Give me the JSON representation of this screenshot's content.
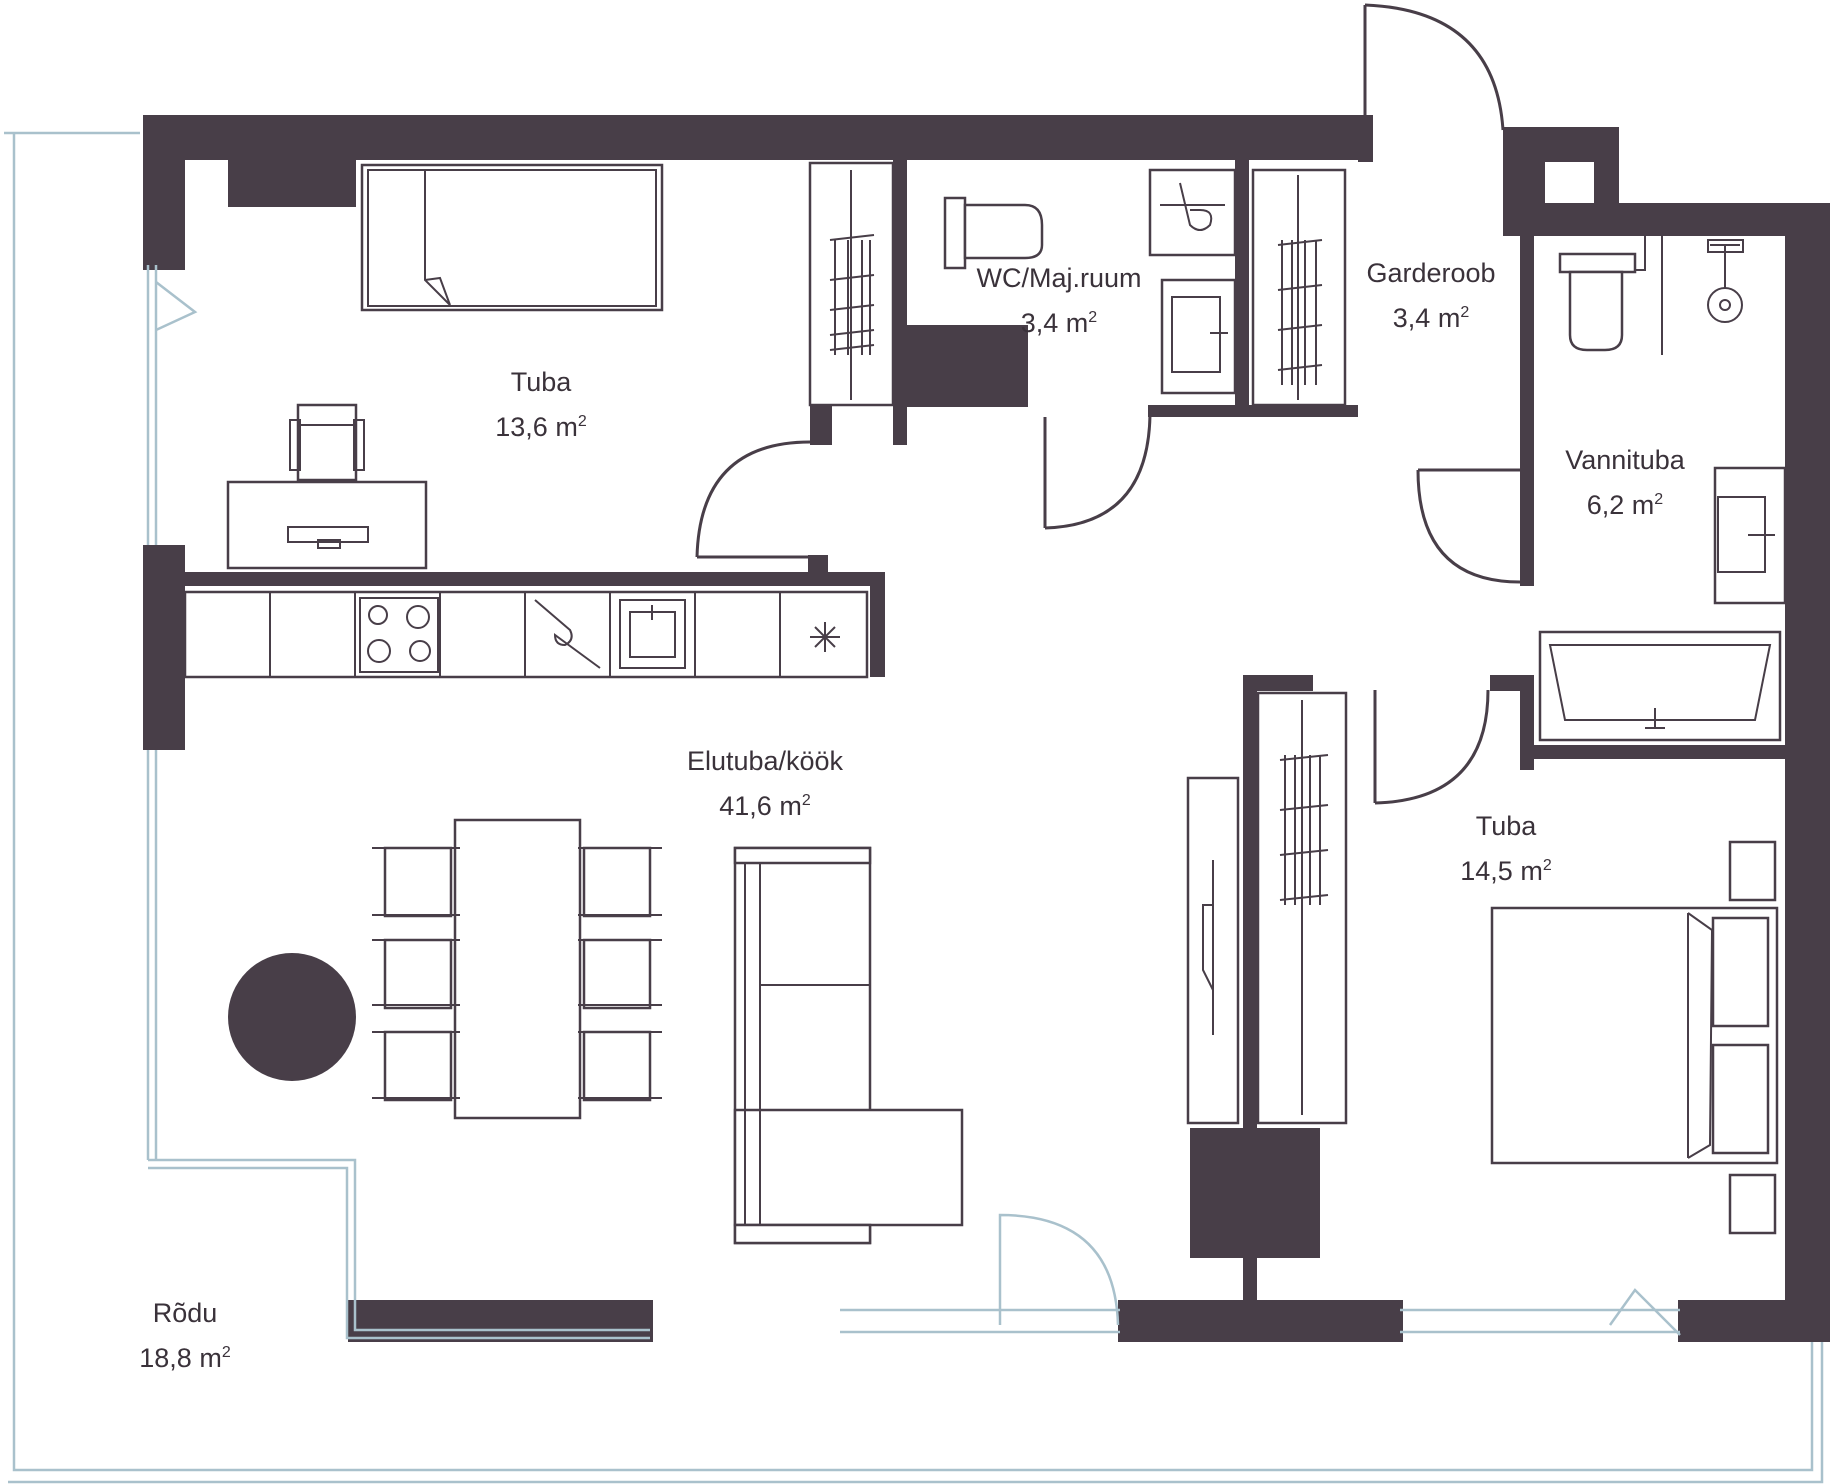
{
  "rooms": [
    {
      "name": "Tuba",
      "area": "13,6  m",
      "sup": "2"
    },
    {
      "name": "WC/Maj.ruum",
      "area": "3,4  m",
      "sup": "2"
    },
    {
      "name": "Garderoob",
      "area": "3,4  m",
      "sup": "2"
    },
    {
      "name": "Vannituba",
      "area": "6,2  m",
      "sup": "2"
    },
    {
      "name": "Elutuba/köök",
      "area": "41,6 m",
      "sup": "2"
    },
    {
      "name": "Tuba",
      "area": "14,5 m",
      "sup": "2"
    },
    {
      "name": "Rõdu",
      "area": "18,8  m",
      "sup": "2"
    }
  ],
  "colors": {
    "wall": "#483e48",
    "glass": "#a9c1cc",
    "background": "#ffffff"
  }
}
